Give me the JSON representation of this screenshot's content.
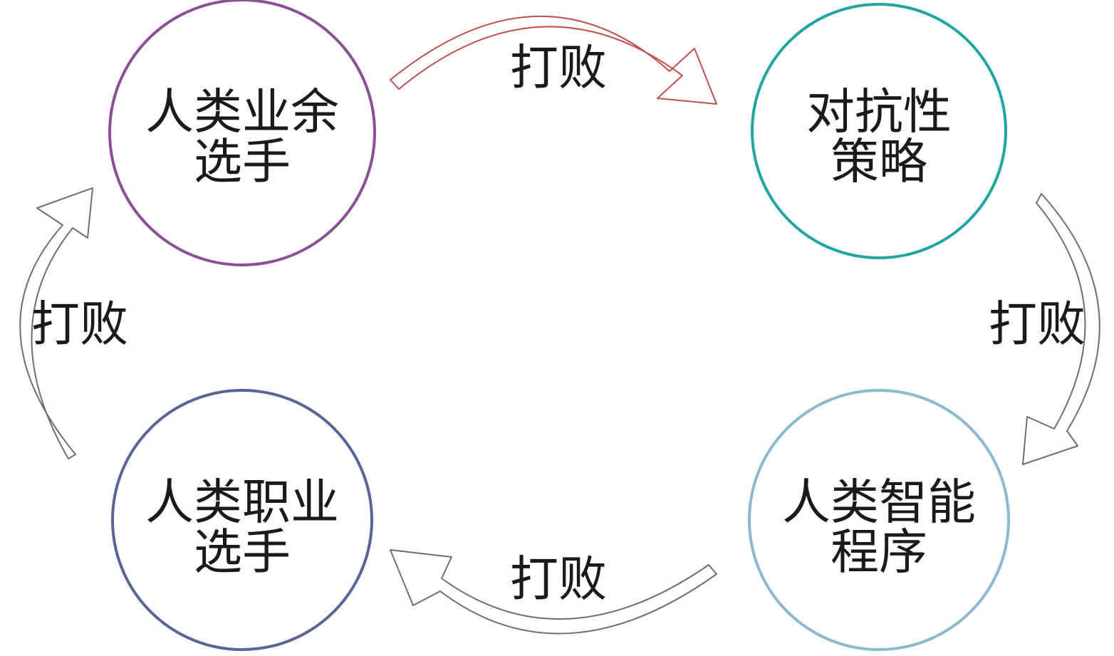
{
  "nodes": [
    {
      "id": "amateur",
      "lines": [
        "人类业余",
        "选手"
      ],
      "color": "#8b4f96"
    },
    {
      "id": "adversarial",
      "lines": [
        "对抗性",
        "策略"
      ],
      "color": "#1fa5a2"
    },
    {
      "id": "ai",
      "lines": [
        "人类智能",
        "程序"
      ],
      "color": "#8bb9d0"
    },
    {
      "id": "professional",
      "lines": [
        "人类职业",
        "选手"
      ],
      "color": "#5a6596"
    }
  ],
  "edges": [
    {
      "id": "top",
      "from": "amateur",
      "to": "adversarial",
      "label": "打败",
      "color": "#c0504d"
    },
    {
      "id": "right",
      "from": "adversarial",
      "to": "ai",
      "label": "打败",
      "color": "#6f6f6f"
    },
    {
      "id": "bottom",
      "from": "ai",
      "to": "professional",
      "label": "打败",
      "color": "#6f6f6f"
    },
    {
      "id": "left",
      "from": "professional",
      "to": "amateur",
      "label": "打败",
      "color": "#6f6f6f"
    }
  ]
}
